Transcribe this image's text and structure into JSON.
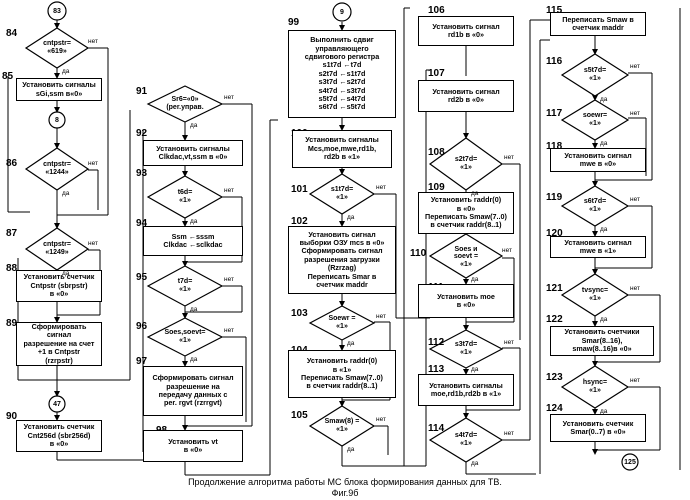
{
  "caption": {
    "line1": "Продолжение алгоритма работы МС блока формирования данных для ТВ.",
    "line2": "Фиг.9б"
  },
  "labels": {
    "yes": "да",
    "no": "нет"
  },
  "connectors": {
    "c83": "83",
    "c8": "8",
    "c47": "47",
    "c9": "9",
    "c125": "125"
  },
  "blocks": {
    "b84": {
      "num": "84",
      "text": "cntpstr=\n«619»"
    },
    "b85": {
      "num": "85",
      "text": "Установить сигналы\nsGi,ssm в«0»"
    },
    "b86": {
      "num": "86",
      "text": "cntpstr=\n«1244»"
    },
    "b87": {
      "num": "87",
      "text": "cntpstr=\n«1249»"
    },
    "b88": {
      "num": "88",
      "text": "Установить счетчик\nCntpstr (sbrpstr)\nв «0»"
    },
    "b89": {
      "num": "89",
      "text": "Сформировать сигнал\nразрешение на счет\n+1 в Cntpstr\n(rzrpstr)"
    },
    "b90": {
      "num": "90",
      "text": "Установить счетчик\nCnt256d (sbr256d)\nв «0»"
    },
    "b91": {
      "num": "91",
      "text": "Sr6=«0»\n(per.управ."
    },
    "b92": {
      "num": "92",
      "text": "Установить сигналы\nClkdac,vt,ssm в «0»"
    },
    "b93": {
      "num": "93",
      "text": "t6d=\n«1»"
    },
    "b94": {
      "num": "94",
      "text": "Ssm ←sssm\nClkdac ←sclkdac"
    },
    "b95": {
      "num": "95",
      "text": "t7d=\n«1»"
    },
    "b96": {
      "num": "96",
      "text": "Soes,soevt=\n«1»"
    },
    "b97": {
      "num": "97",
      "text": "Сформировать сигнал\nразрешение на\nпередачу данных с\nper. rgvt (rzrrgvt)"
    },
    "b98": {
      "num": "98",
      "text": "Установить  vt\nв   «0»"
    },
    "b99": {
      "num": "99",
      "text": "Выполнить сдвиг\nуправляющего\nсдвигового регистра\ns1t7d ←t7d\ns2t7d ←s1t7d\ns3t7d ←s2t7d\ns4t7d ←s3t7d\ns5t7d ←s4t7d\ns6t7d ←s5t7d"
    },
    "b100": {
      "num": "100",
      "text": "Установить сигналы\nMcs,moe,mwe,rd1b,\nrd2b в   «1»"
    },
    "b101": {
      "num": "101",
      "text": "s1t7d=\n«1»"
    },
    "b102": {
      "num": "102",
      "text": "Установить сигнал\nвыборки ОЗУ mcs в «0»\nСформировать сигнал\nразрешения загрузки\n(Rzrzag)\nПереписать Smar в\nсчетчик maddr"
    },
    "b103": {
      "num": "103",
      "text": "Soewr =\n«1»"
    },
    "b104": {
      "num": "104",
      "text": "Установить raddr(0)\nв «1»\nПереписать Smaw(7..0)\nв счетчик raddr(8..1)"
    },
    "b105": {
      "num": "105",
      "text": "Smaw(8) =\n«1»"
    },
    "b106": {
      "num": "106",
      "text": "Установить сигнал\nrd1b в «0»"
    },
    "b107": {
      "num": "107",
      "text": "Установить сигнал\nrd2b в «0»"
    },
    "b108": {
      "num": "108",
      "text": "s2t7d=\n«1»"
    },
    "b109": {
      "num": "109",
      "text": "Установить raddr(0)\nв «0»\nПереписать Smaw(7..0)\nв счетчик raddr(8..1)"
    },
    "b110": {
      "num": "110",
      "text": "Soes и\nsoevt =\n«1»"
    },
    "b111": {
      "num": "111",
      "text": "Установить  moe\nв «0»"
    },
    "b112": {
      "num": "112",
      "text": "s3t7d=\n«1»"
    },
    "b113": {
      "num": "113",
      "text": "Установить сигналы\nmoe,rd1b,rd2b в «1»"
    },
    "b114": {
      "num": "114",
      "text": "s4t7d=\n«1»"
    },
    "b115": {
      "num": "115",
      "text": "Переписать Smaw в\nсчетчик maddr"
    },
    "b116": {
      "num": "116",
      "text": "s5t7d=\n«1»"
    },
    "b117": {
      "num": "117",
      "text": "soewr=\n«1»"
    },
    "b118": {
      "num": "118",
      "text": "Установить сигнал\nmwe в «0»"
    },
    "b119": {
      "num": "119",
      "text": "s6t7d=\n«1»"
    },
    "b120": {
      "num": "120",
      "text": "Установить сигнал\nmwe в «1»"
    },
    "b121": {
      "num": "121",
      "text": "tvsync=\n«1»"
    },
    "b122": {
      "num": "122",
      "text": "Установить счетчики\nSmar(8..16),\nsmaw(8..16)в «0»"
    },
    "b123": {
      "num": "123",
      "text": "hsync=\n«1»"
    },
    "b124": {
      "num": "124",
      "text": "Установить счетчик\nSmar(0..7) в «0»"
    }
  }
}
